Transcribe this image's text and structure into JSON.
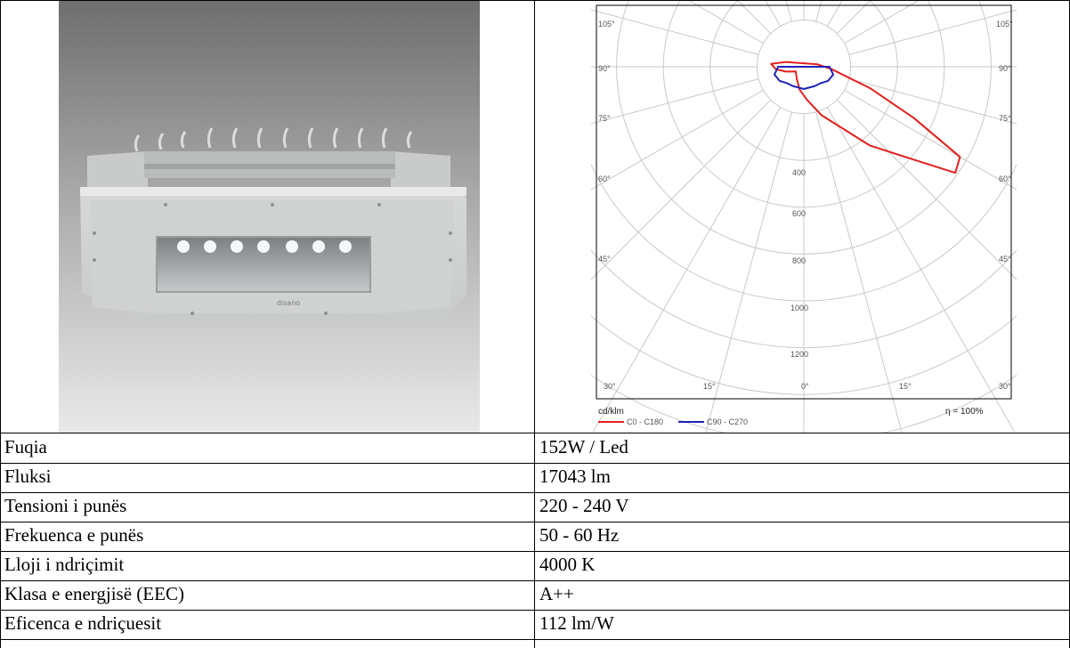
{
  "product_photo": {
    "brand_mark": "disano",
    "colors": {
      "background_top": "#6e6e6e",
      "background_bottom": "#e9e9e9",
      "housing": "#e2e4e3"
    }
  },
  "polar_chart": {
    "angle_labels": {
      "deg105": "105°",
      "deg90": "90°",
      "deg75": "75°",
      "deg60": "60°",
      "deg45": "45°",
      "deg30": "30°",
      "deg15": "15°",
      "deg0": "0°"
    },
    "radial_labels": [
      "400",
      "600",
      "800",
      "1000",
      "1200"
    ],
    "unit": "cd/klm",
    "efficiency": "η = 100%",
    "legend": [
      {
        "label": "C0 - C180",
        "color": "#e0201e"
      },
      {
        "label": "C90 - C270",
        "color": "#1e22b4"
      }
    ]
  },
  "chart_data": {
    "type": "polar",
    "unit": "cd/klm",
    "efficiency": "η = 100%",
    "radial_ticks": [
      400,
      600,
      800,
      1000,
      1200
    ],
    "angle_ticks": [
      0,
      15,
      30,
      45,
      60,
      75,
      90,
      105
    ],
    "series": [
      {
        "name": "C0 - C180",
        "color": "#e0201e",
        "points": [
          {
            "angle": -105,
            "value": 80
          },
          {
            "angle": -95,
            "value": 140
          },
          {
            "angle": -85,
            "value": 120
          },
          {
            "angle": -75,
            "value": 80
          },
          {
            "angle": -60,
            "value": 40
          },
          {
            "angle": -30,
            "value": 60
          },
          {
            "angle": -10,
            "value": 100
          },
          {
            "angle": 5,
            "value": 140
          },
          {
            "angle": 20,
            "value": 220
          },
          {
            "angle": 40,
            "value": 440
          },
          {
            "angle": 50,
            "value": 620
          },
          {
            "angle": 55,
            "value": 790
          },
          {
            "angle": 60,
            "value": 770
          },
          {
            "angle": 65,
            "value": 520
          },
          {
            "angle": 72,
            "value": 300
          },
          {
            "angle": 85,
            "value": 120
          },
          {
            "angle": 100,
            "value": 60
          }
        ]
      },
      {
        "name": "C90 - C270",
        "color": "#1e22b4",
        "points": [
          {
            "angle": -90,
            "value": 110
          },
          {
            "angle": -75,
            "value": 130
          },
          {
            "angle": -60,
            "value": 120
          },
          {
            "angle": -45,
            "value": 100
          },
          {
            "angle": -30,
            "value": 95
          },
          {
            "angle": 0,
            "value": 95
          },
          {
            "angle": 30,
            "value": 95
          },
          {
            "angle": 45,
            "value": 100
          },
          {
            "angle": 60,
            "value": 120
          },
          {
            "angle": 75,
            "value": 130
          },
          {
            "angle": 90,
            "value": 110
          }
        ]
      }
    ]
  },
  "specs": [
    {
      "label": "Fuqia",
      "value": "152W / Led"
    },
    {
      "label": "Fluksi",
      "value": "17043 lm"
    },
    {
      "label": "Tensioni i punës",
      "value": "220 - 240 V"
    },
    {
      "label": "Frekuenca e punës",
      "value": "50 - 60 Hz"
    },
    {
      "label": "Lloji i ndriçimit",
      "value": "4000 K"
    },
    {
      "label": "Klasa e energjisë (EEC)",
      "value": "A++"
    },
    {
      "label": "Eficenca e ndriçuesit",
      "value": "112 lm/W"
    }
  ]
}
